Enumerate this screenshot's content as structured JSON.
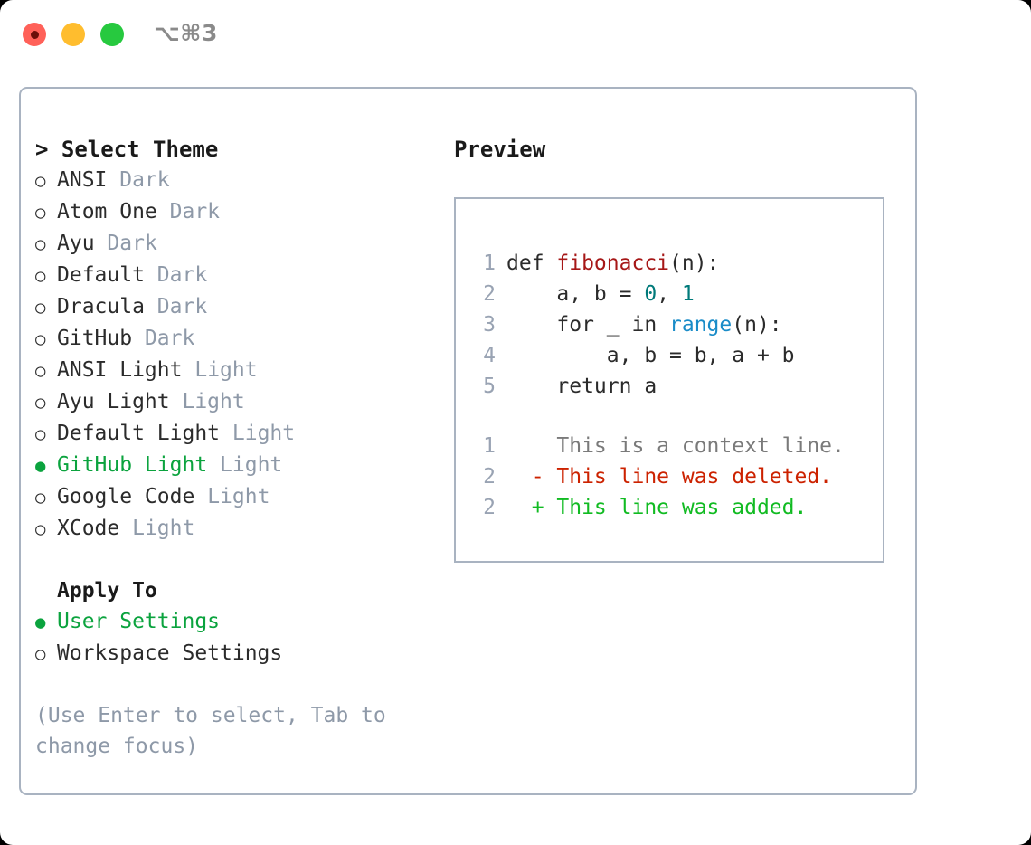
{
  "window": {
    "shortcut": "⌥⌘3",
    "traffic_lights": [
      {
        "name": "close",
        "color": "#ff6159"
      },
      {
        "name": "minimize",
        "color": "#ffbd2e"
      },
      {
        "name": "maximize",
        "color": "#27c93f"
      }
    ]
  },
  "colors": {
    "border": "#a9b3c1",
    "accent_green": "#0ba33e",
    "muted": "#8e99a8",
    "text": "#2b2b2b",
    "syntax_function": "#a61717",
    "syntax_number": "#007a7a",
    "syntax_builtin": "#1a8cc8",
    "diff_added": "#11bb22",
    "diff_deleted": "#cc2200",
    "diff_context": "#7a7a7a"
  },
  "theme_list": {
    "header": "> Select Theme",
    "bullet_off": "○",
    "bullet_on": "●",
    "items": [
      {
        "name": "ANSI",
        "variant": "Dark",
        "selected": false
      },
      {
        "name": "Atom One",
        "variant": "Dark",
        "selected": false
      },
      {
        "name": "Ayu",
        "variant": "Dark",
        "selected": false
      },
      {
        "name": "Default",
        "variant": "Dark",
        "selected": false
      },
      {
        "name": "Dracula",
        "variant": "Dark",
        "selected": false
      },
      {
        "name": "GitHub",
        "variant": "Dark",
        "selected": false
      },
      {
        "name": "ANSI Light",
        "variant": "Light",
        "selected": false
      },
      {
        "name": "Ayu Light",
        "variant": "Light",
        "selected": false
      },
      {
        "name": "Default Light",
        "variant": "Light",
        "selected": false
      },
      {
        "name": "GitHub Light",
        "variant": "Light",
        "selected": true
      },
      {
        "name": "Google Code",
        "variant": "Light",
        "selected": false
      },
      {
        "name": "XCode",
        "variant": "Light",
        "selected": false
      }
    ]
  },
  "apply_to": {
    "header": "Apply To",
    "items": [
      {
        "name": "User Settings",
        "selected": true
      },
      {
        "name": "Workspace Settings",
        "selected": false
      }
    ]
  },
  "hint": "(Use Enter to select, Tab to change focus)",
  "preview": {
    "header": "Preview",
    "code_lines": [
      {
        "number": "1",
        "tokens": [
          {
            "text": "def ",
            "type": "plain"
          },
          {
            "text": "fibonacci",
            "type": "function"
          },
          {
            "text": "(n):",
            "type": "plain"
          }
        ]
      },
      {
        "number": "2",
        "tokens": [
          {
            "text": "    a, b = ",
            "type": "plain"
          },
          {
            "text": "0",
            "type": "number"
          },
          {
            "text": ", ",
            "type": "plain"
          },
          {
            "text": "1",
            "type": "number"
          }
        ]
      },
      {
        "number": "3",
        "tokens": [
          {
            "text": "    for _ in ",
            "type": "plain"
          },
          {
            "text": "range",
            "type": "builtin"
          },
          {
            "text": "(n):",
            "type": "plain"
          }
        ]
      },
      {
        "number": "4",
        "tokens": [
          {
            "text": "        a, b = b, a + b",
            "type": "plain"
          }
        ]
      },
      {
        "number": "5",
        "tokens": [
          {
            "text": "    return a",
            "type": "plain"
          }
        ]
      }
    ],
    "diff_lines": [
      {
        "number": "1",
        "marker": " ",
        "text": " This is a context line.",
        "type": "context"
      },
      {
        "number": "2",
        "marker": "-",
        "text": " This line was deleted.",
        "type": "deleted"
      },
      {
        "number": "2",
        "marker": "+",
        "text": " This line was added.",
        "type": "added"
      }
    ]
  }
}
